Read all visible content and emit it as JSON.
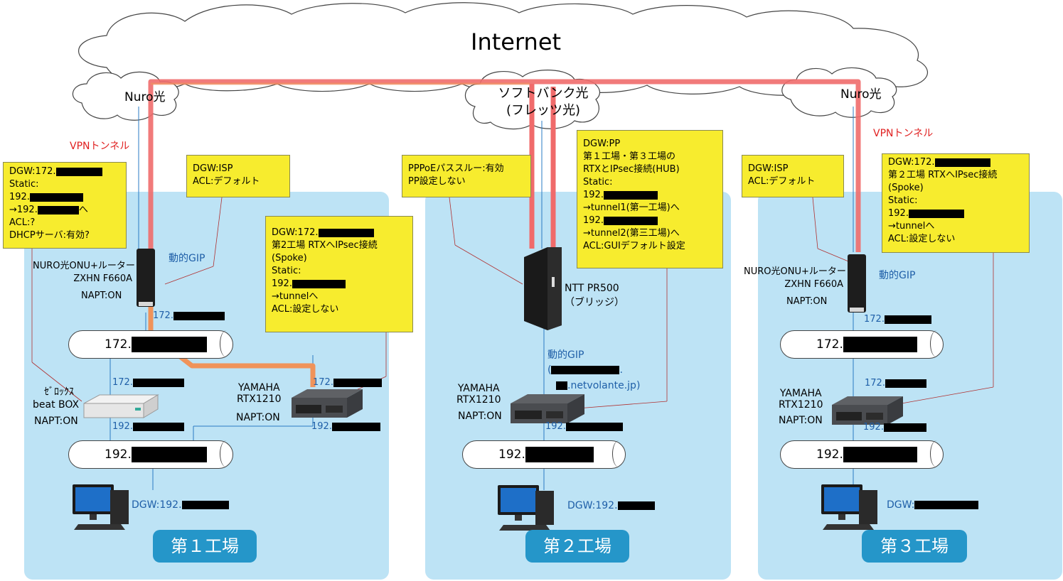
{
  "internet_label": "Internet",
  "clouds": {
    "left": "Nuro光",
    "center_line1": "ソフトバンク光",
    "center_line2": "(フレッツ光)",
    "right": "Nuro光"
  },
  "vpn_label_left": "VPNトンネル",
  "vpn_label_right": "VPNトンネル",
  "colors": {
    "site_bg": "#bde3f5",
    "note_bg": "#f7ec2e",
    "tunnel": "#f06b6b",
    "tunnel_orange": "#f0935a",
    "factory_bg": "#2596c9"
  },
  "factory1": {
    "label": "第１工場",
    "note_left": [
      "DGW:172.",
      "Static:",
      "192.",
      " →192.",
      "へ",
      "ACL:?",
      "DHCPサーバ:有効?"
    ],
    "note_onu": [
      "DGW:ISP",
      "ACL:デフォルト"
    ],
    "note_rtx": [
      "DGW:172.",
      "第2工場 RTXへIPsec接続",
      "(Spoke)",
      "Static:",
      "192.",
      " →tunnelへ",
      "ACL:設定しない"
    ],
    "onu_name": [
      "NURO光ONU+ルーター",
      "ZXHN F660A"
    ],
    "onu_napt": "NAPT:ON",
    "dynamic_gip": "動的GIP",
    "onu_ip": "172.",
    "lan1": "172.",
    "beatbox_name": [
      "ｾﾞﾛｯｸｽ",
      "beat BOX"
    ],
    "beatbox_napt": "NAPT:ON",
    "beatbox_ip_top": "172.",
    "beatbox_ip_bottom": "192.",
    "rtx_name": [
      "YAMAHA",
      "RTX1210"
    ],
    "rtx_napt": "NAPT:ON",
    "rtx_ip_top": "172.",
    "rtx_ip_bottom": "192.",
    "lan2": "192.",
    "pc_dgw": "DGW:192."
  },
  "factory2": {
    "label": "第２工場",
    "note_pppoe": [
      "PPPoEパススルー:有効",
      "PP設定しない"
    ],
    "note_rtx": [
      "DGW:PP",
      "第１工場・第３工場の",
      "RTXとIPsec接続(HUB)",
      "Static:",
      "192.",
      " →tunnel1(第一工場)へ",
      "192.",
      " →tunnel2(第三工場)へ",
      "ACL:GUIデフォルト設定"
    ],
    "ntt_name": [
      "NTT PR500",
      "（ブリッジ）"
    ],
    "dynamic_gip": "動的GIP",
    "ddns_open": "(",
    "ddns_dot": ".",
    "ddns_suffix": ".netvolante.jp)",
    "rtx_name": [
      "YAMAHA",
      "RTX1210"
    ],
    "rtx_napt": "NAPT:ON",
    "rtx_ip": "192.",
    "lan": "192.",
    "pc_dgw": "DGW:192."
  },
  "factory3": {
    "label": "第３工場",
    "note_onu": [
      "DGW:ISP",
      "ACL:デフォルト"
    ],
    "note_rtx": [
      "DGW:172.",
      "第２工場 RTXへIPsec接続",
      "(Spoke)",
      "Static:",
      "192.",
      " →tunnelへ",
      "ACL:設定しない"
    ],
    "onu_name": [
      "NURO光ONU+ルーター",
      "ZXHN F660A"
    ],
    "onu_napt": "NAPT:ON",
    "dynamic_gip": "動的GIP",
    "onu_ip": "172.",
    "lan1": "172.",
    "rtx_name": [
      "YAMAHA",
      "RTX1210"
    ],
    "rtx_napt": "NAPT:ON",
    "rtx_ip_top": "172.",
    "rtx_ip_bottom": "192.",
    "lan2": "192.",
    "pc_dgw": "DGW:"
  }
}
